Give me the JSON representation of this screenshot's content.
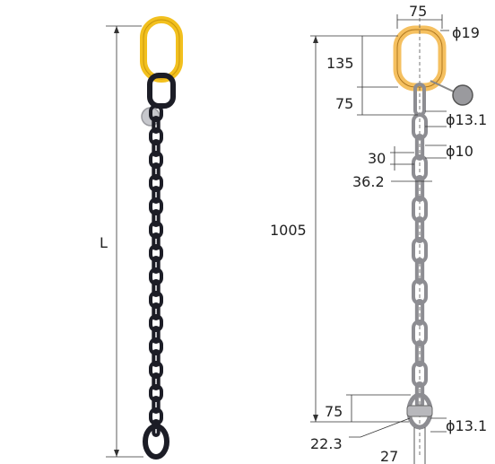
{
  "left_figure": {
    "length_label": "L",
    "colors": {
      "master_link": "#f2c01e",
      "master_link_stroke": "#c8960c",
      "chain": "#1c1d26",
      "tag": "#c6c7cc"
    }
  },
  "right_figure": {
    "master_link_width": "75",
    "master_link_diameter": "ϕ19",
    "master_link_height": "135",
    "connector_height": "75",
    "connector_diameter": "ϕ13.1",
    "chain_pitch": "30",
    "chain_diameter": "ϕ10",
    "chain_width": "36.2",
    "overall_length": "1005",
    "end_link_height": "75",
    "end_link_diameter": "ϕ13.1",
    "end_link_inner": "22.3",
    "end_link_width": "27",
    "colors": {
      "master_link": "#f5c060",
      "chain": "#c8c8cc",
      "tag": "#9a9a9e"
    }
  }
}
